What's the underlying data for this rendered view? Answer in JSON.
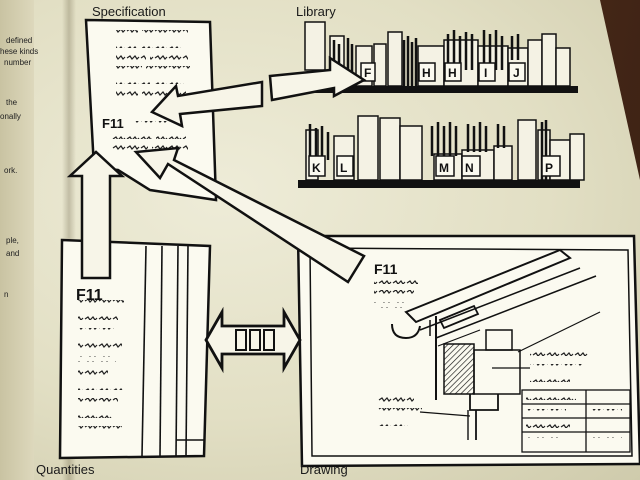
{
  "left_margin_text": [
    "defined",
    "hese kinds",
    "number",
    "the",
    "onally",
    "ork.",
    "ple,",
    "and",
    "n"
  ],
  "captions": {
    "specification": "Specification",
    "library": "Library",
    "quantities": "Quantities",
    "drawing": "Drawing"
  },
  "doc_code": "F11",
  "top_shelf_letters": [
    "F",
    "H",
    "H",
    "I",
    "J"
  ],
  "bottom_shelf_letters": [
    "K",
    "L",
    "M",
    "N",
    "P"
  ]
}
